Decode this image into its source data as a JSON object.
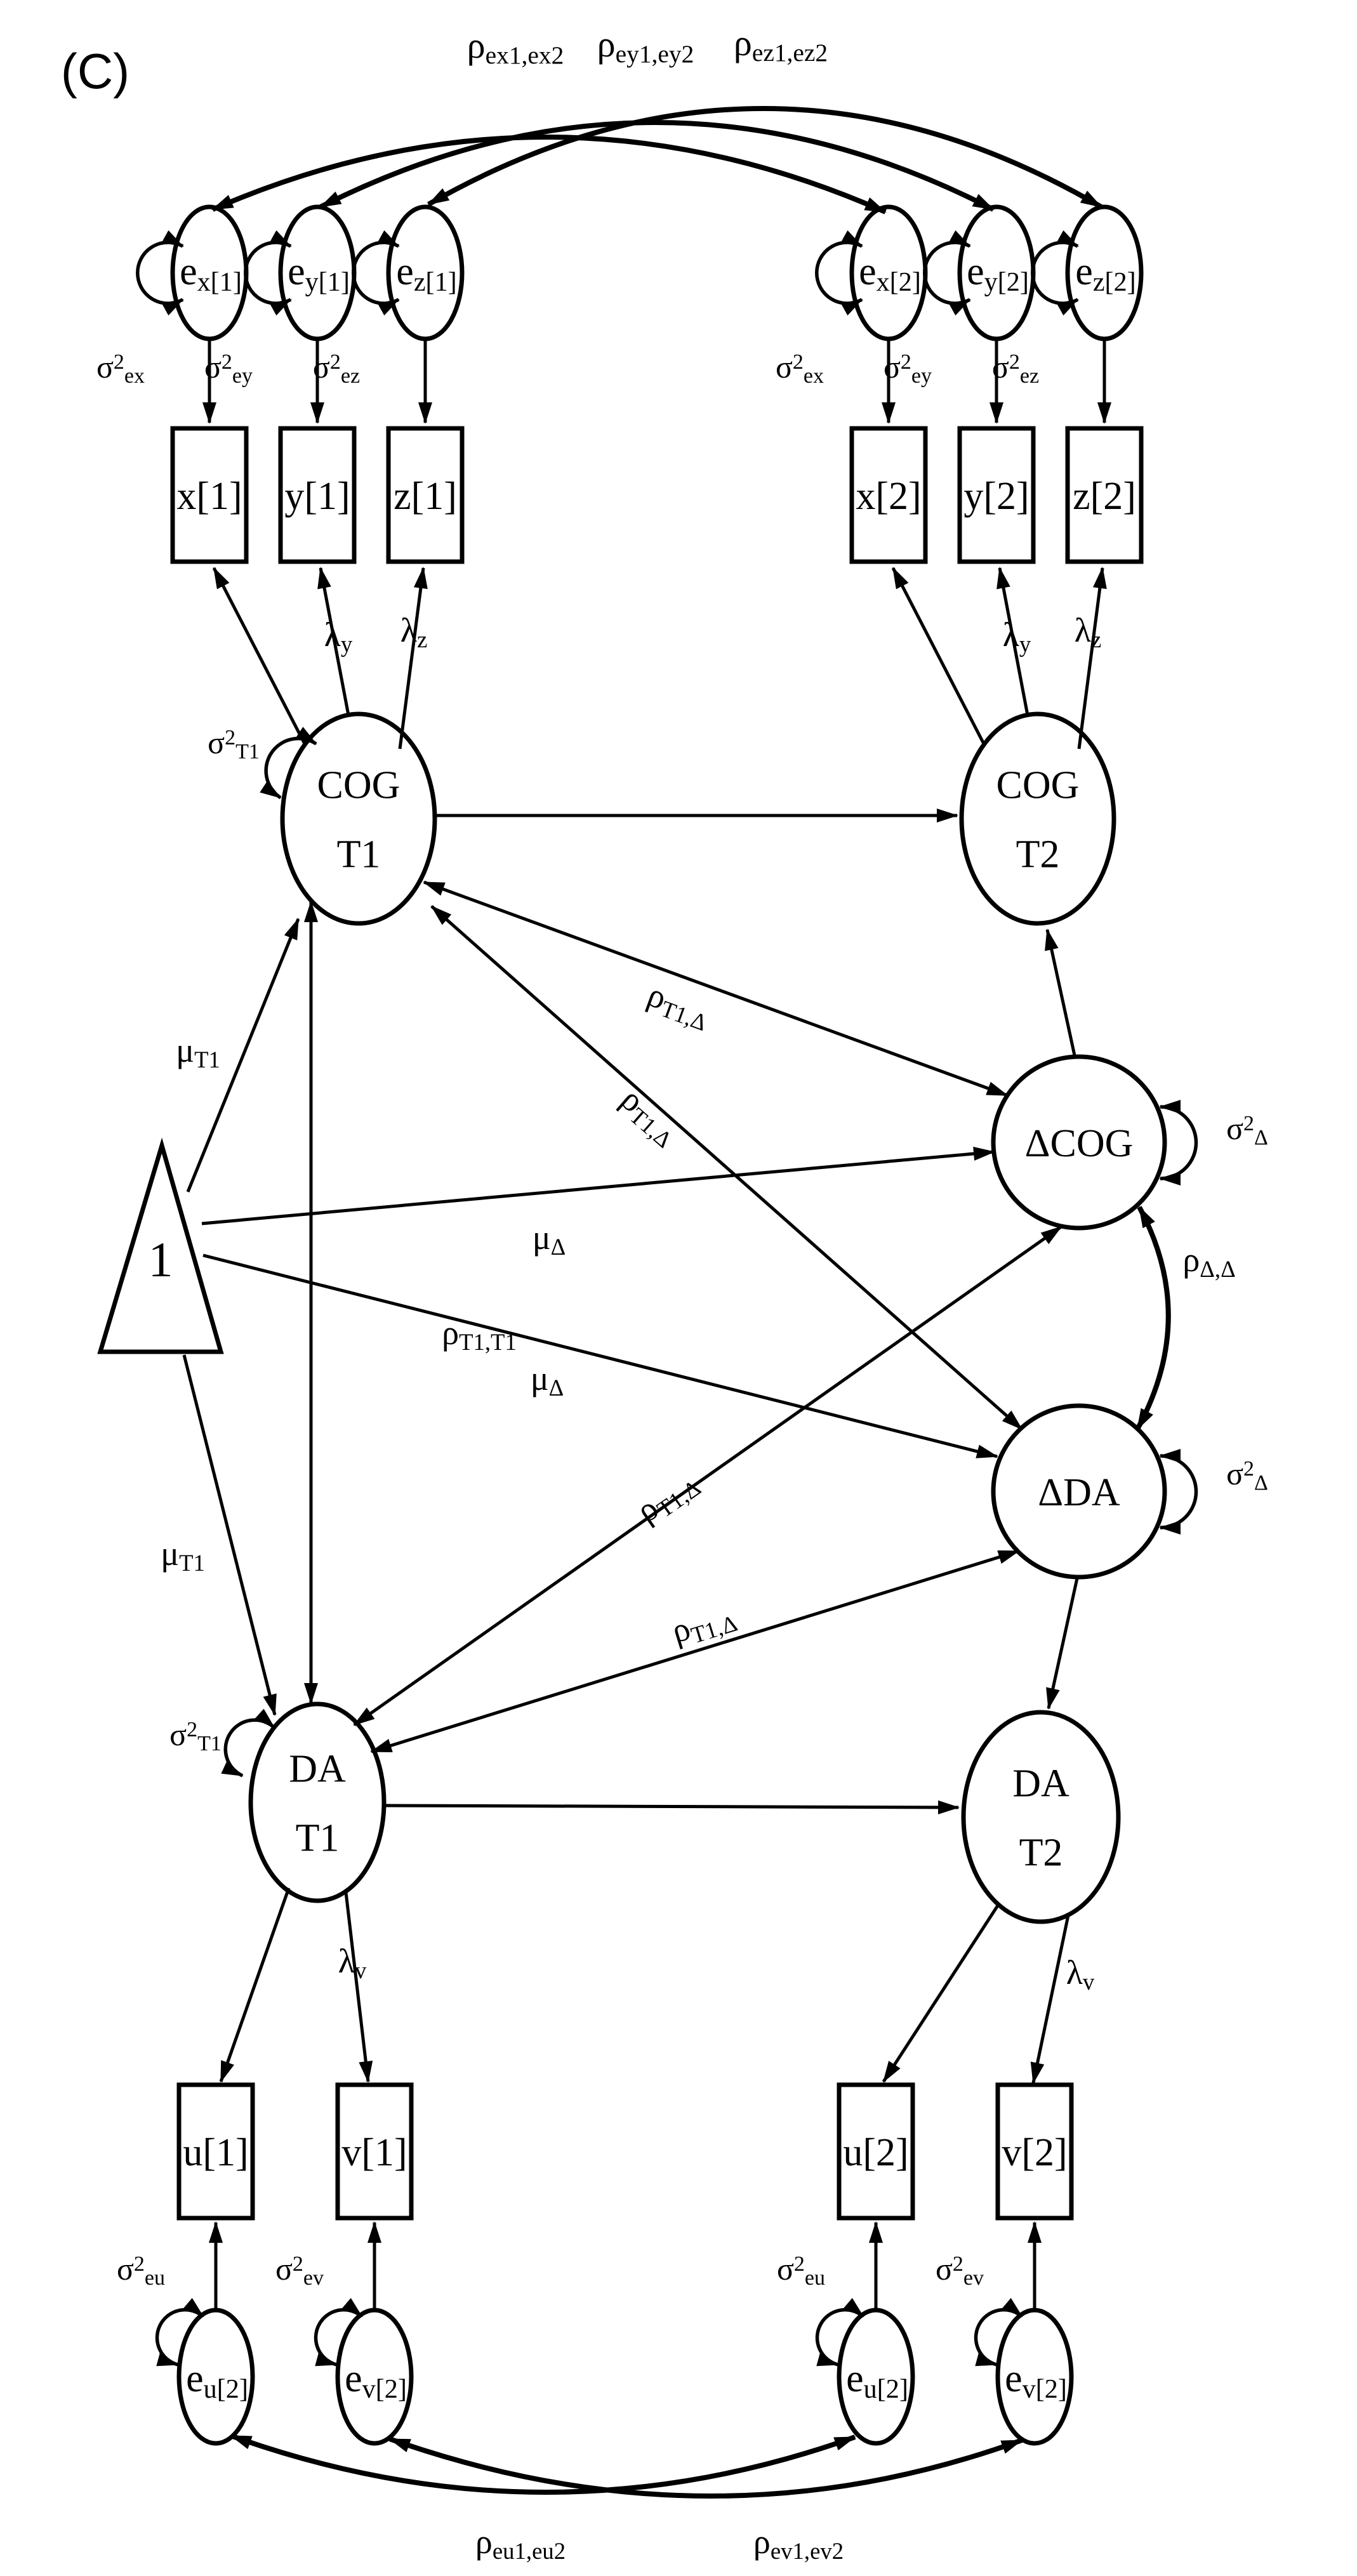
{
  "panel": {
    "label": "(C)"
  },
  "colors": {
    "line": "#000000",
    "background": "#ffffff"
  },
  "top": {
    "correlations": [
      "ρ_{ex1,ex2}",
      "ρ_{ey1,ey2}",
      "ρ_{ez1,ez2}"
    ],
    "errors": [
      "e_{x[1]}",
      "e_{y[1]}",
      "e_{z[1]}",
      "e_{x[2]}",
      "e_{y[2]}",
      "e_{z[2]}"
    ],
    "variances": [
      "σ^{2}_{ex}",
      "σ^{2}_{ey}",
      "σ^{2}_{ez}",
      "σ^{2}_{ex}",
      "σ^{2}_{ey}",
      "σ^{2}_{ez}"
    ],
    "observed": [
      "x[1]",
      "y[1]",
      "z[1]",
      "x[2]",
      "y[2]",
      "z[2]"
    ],
    "loadings": [
      "λ_{y}",
      "λ_{z}",
      "λ_{y}",
      "λ_{z}"
    ]
  },
  "latent": {
    "cog_t1": [
      "COG",
      "T1"
    ],
    "cog_t2": [
      "COG",
      "T2"
    ],
    "da_t1": [
      "DA",
      "T1"
    ],
    "da_t2": [
      "DA",
      "T2"
    ],
    "delta_cog": "ΔCOG",
    "delta_da": "ΔDA",
    "variances": {
      "cog_t1": "σ^{2}_{T1}",
      "da_t1": "σ^{2}_{T1}",
      "delta_cog": "σ^{2}_{Δ}",
      "delta_da": "σ^{2}_{Δ}"
    }
  },
  "constant": {
    "label": "1"
  },
  "paths": {
    "mu_t1_cog": "μ_{T1}",
    "mu_t1_da": "μ_{T1}",
    "mu_delta_cog": "μ_{Δ}",
    "mu_delta_da": "μ_{Δ}",
    "rho_t1_t1": "ρ_{T1,T1}",
    "rho_t1_delta": [
      "ρ_{T1,Δ}",
      "ρ_{T1,Δ}",
      "ρ_{T1,Δ}",
      "ρ_{T1,Δ}"
    ],
    "rho_delta_delta": "ρ_{Δ,Δ}"
  },
  "bottom": {
    "observed": [
      "u[1]",
      "v[1]",
      "u[2]",
      "v[2]"
    ],
    "errors": [
      "e_{u[2]}",
      "e_{v[2]}",
      "e_{u[2]}",
      "e_{v[2]}"
    ],
    "variances": [
      "σ^{2}_{eu}",
      "σ^{2}_{ev}",
      "σ^{2}_{eu}",
      "σ^{2}_{ev}"
    ],
    "loadings": [
      "λ_{v}",
      "λ_{v}"
    ],
    "correlations": [
      "ρ_{eu1,eu2}",
      "ρ_{ev1,ev2}"
    ]
  }
}
